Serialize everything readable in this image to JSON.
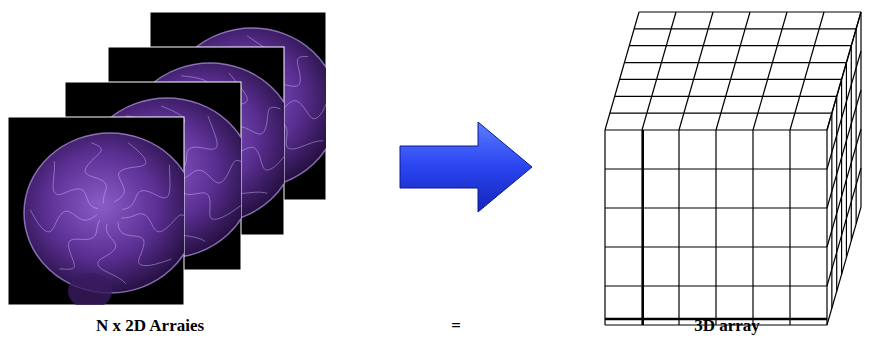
{
  "diagram": {
    "labels": [
      "N x 2D Arraies",
      "=",
      "3D array"
    ]
  }
}
